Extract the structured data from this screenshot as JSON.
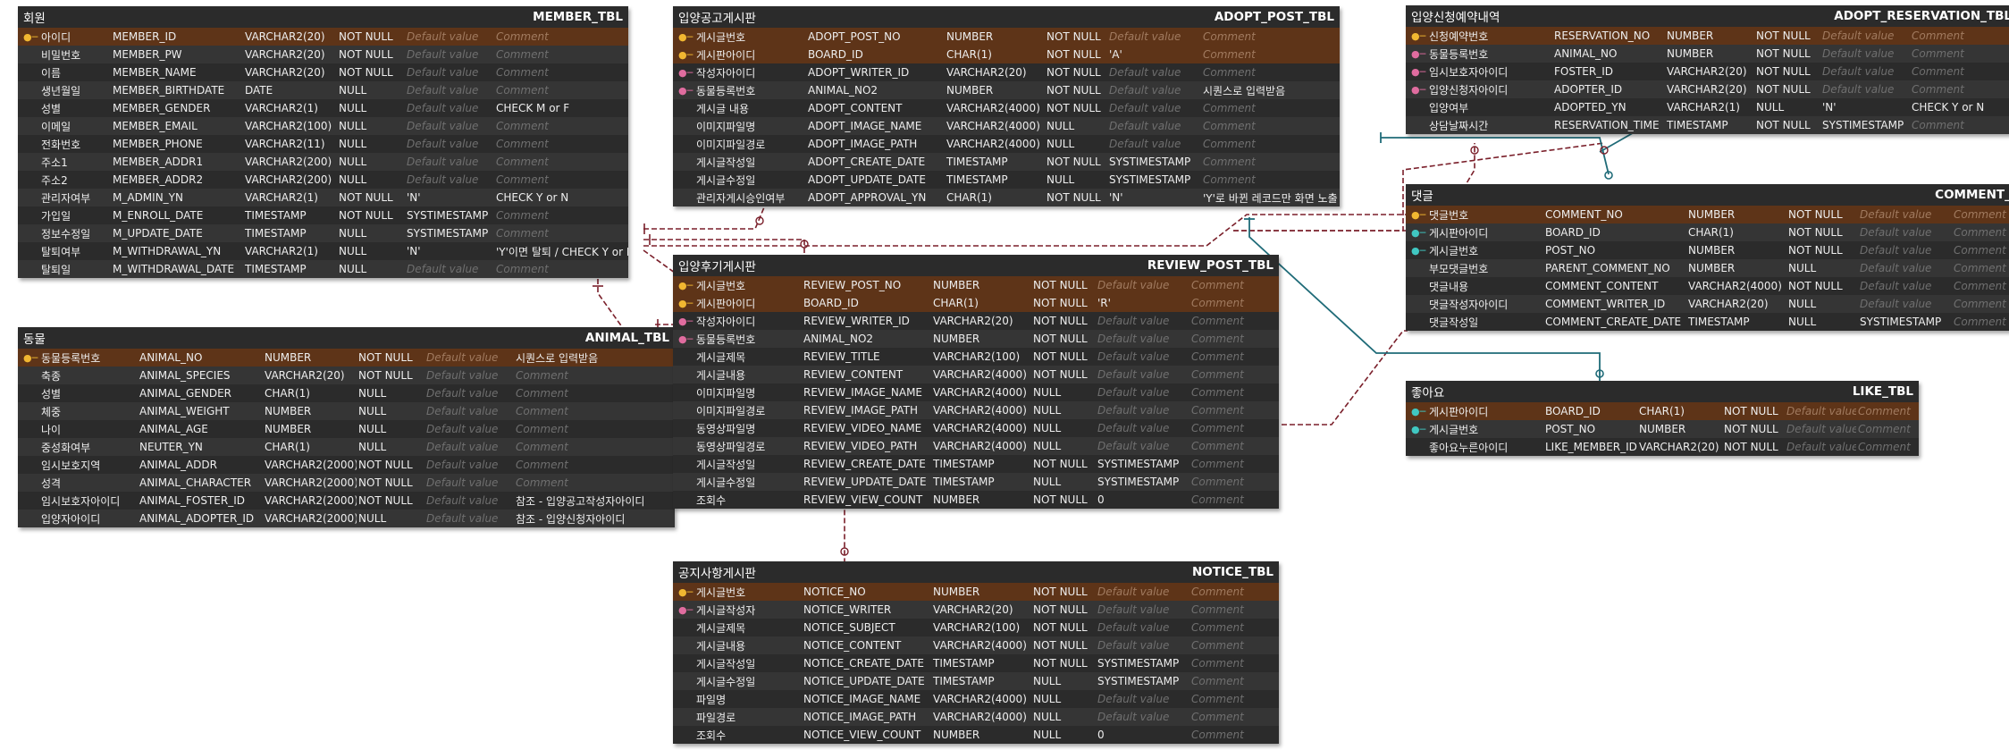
{
  "tables": [
    {
      "id": "member",
      "kor": "회원",
      "eng": "MEMBER_TBL",
      "rows": [
        {
          "key": "pk",
          "kor": "아이디",
          "col": "MEMBER_ID",
          "type": "VARCHAR2(20)",
          "nn": "NOT NULL",
          "def": "Default value",
          "cmt": "Comment"
        },
        {
          "key": "",
          "kor": "비밀번호",
          "col": "MEMBER_PW",
          "type": "VARCHAR2(20)",
          "nn": "NOT NULL",
          "def": "Default value",
          "cmt": "Comment"
        },
        {
          "key": "",
          "kor": "이름",
          "col": "MEMBER_NAME",
          "type": "VARCHAR2(20)",
          "nn": "NOT NULL",
          "def": "Default value",
          "cmt": "Comment"
        },
        {
          "key": "",
          "kor": "생년월일",
          "col": "MEMBER_BIRTHDATE",
          "type": "DATE",
          "nn": "NULL",
          "def": "Default value",
          "cmt": "Comment"
        },
        {
          "key": "",
          "kor": "성별",
          "col": "MEMBER_GENDER",
          "type": "VARCHAR2(1)",
          "nn": "NULL",
          "def": "Default value",
          "cmt": "CHECK M or F"
        },
        {
          "key": "",
          "kor": "이메일",
          "col": "MEMBER_EMAIL",
          "type": "VARCHAR2(100)",
          "nn": "NULL",
          "def": "Default value",
          "cmt": "Comment"
        },
        {
          "key": "",
          "kor": "전화번호",
          "col": "MEMBER_PHONE",
          "type": "VARCHAR2(11)",
          "nn": "NULL",
          "def": "Default value",
          "cmt": "Comment"
        },
        {
          "key": "",
          "kor": "주소1",
          "col": "MEMBER_ADDR1",
          "type": "VARCHAR2(200)",
          "nn": "NULL",
          "def": "Default value",
          "cmt": "Comment"
        },
        {
          "key": "",
          "kor": "주소2",
          "col": "MEMBER_ADDR2",
          "type": "VARCHAR2(200)",
          "nn": "NULL",
          "def": "Default value",
          "cmt": "Comment"
        },
        {
          "key": "",
          "kor": "관리자여부",
          "col": "M_ADMIN_YN",
          "type": "VARCHAR2(1)",
          "nn": "NOT NULL",
          "def": "'N'",
          "cmt": "CHECK Y or N"
        },
        {
          "key": "",
          "kor": "가입일",
          "col": "M_ENROLL_DATE",
          "type": "TIMESTAMP",
          "nn": "NOT NULL",
          "def": "SYSTIMESTAMP",
          "cmt": "Comment"
        },
        {
          "key": "",
          "kor": "정보수정일",
          "col": "M_UPDATE_DATE",
          "type": "TIMESTAMP",
          "nn": "NULL",
          "def": "SYSTIMESTAMP",
          "cmt": "Comment"
        },
        {
          "key": "",
          "kor": "탈퇴여부",
          "col": "M_WITHDRAWAL_YN",
          "type": "VARCHAR2(1)",
          "nn": "NULL",
          "def": "'N'",
          "cmt": "'Y'이면 탈퇴 / CHECK Y or N"
        },
        {
          "key": "",
          "kor": "탈퇴일",
          "col": "M_WITHDRAWAL_DATE",
          "type": "TIMESTAMP",
          "nn": "NULL",
          "def": "Default value",
          "cmt": "Comment"
        }
      ]
    },
    {
      "id": "animal",
      "kor": "동물",
      "eng": "ANIMAL_TBL",
      "rows": [
        {
          "key": "pk",
          "kor": "동물등록번호",
          "col": "ANIMAL_NO",
          "type": "NUMBER",
          "nn": "NOT NULL",
          "def": "Default value",
          "cmt": "시퀀스로 입력받음"
        },
        {
          "key": "",
          "kor": "축종",
          "col": "ANIMAL_SPECIES",
          "type": "VARCHAR2(20)",
          "nn": "NOT NULL",
          "def": "Default value",
          "cmt": "Comment"
        },
        {
          "key": "",
          "kor": "성별",
          "col": "ANIMAL_GENDER",
          "type": "CHAR(1)",
          "nn": "NULL",
          "def": "Default value",
          "cmt": "Comment"
        },
        {
          "key": "",
          "kor": "체중",
          "col": "ANIMAL_WEIGHT",
          "type": "NUMBER",
          "nn": "NULL",
          "def": "Default value",
          "cmt": "Comment"
        },
        {
          "key": "",
          "kor": "나이",
          "col": "ANIMAL_AGE",
          "type": "NUMBER",
          "nn": "NULL",
          "def": "Default value",
          "cmt": "Comment"
        },
        {
          "key": "",
          "kor": "중성화여부",
          "col": "NEUTER_YN",
          "type": "CHAR(1)",
          "nn": "NULL",
          "def": "Default value",
          "cmt": "Comment"
        },
        {
          "key": "",
          "kor": "임시보호지역",
          "col": "ANIMAL_ADDR",
          "type": "VARCHAR2(2000)",
          "nn": "NOT NULL",
          "def": "Default value",
          "cmt": "Comment"
        },
        {
          "key": "",
          "kor": "성격",
          "col": "ANIMAL_CHARACTER",
          "type": "VARCHAR2(2000)",
          "nn": "NOT NULL",
          "def": "Default value",
          "cmt": "Comment"
        },
        {
          "key": "",
          "kor": "임시보호자아이디",
          "col": "ANIMAL_FOSTER_ID",
          "type": "VARCHAR2(2000)",
          "nn": "NOT NULL",
          "def": "Default value",
          "cmt": "참조 - 입양공고작성자아이디"
        },
        {
          "key": "",
          "kor": "입양자아이디",
          "col": "ANIMAL_ADOPTER_ID",
          "type": "VARCHAR2(2000)",
          "nn": "NULL",
          "def": "Default value",
          "cmt": "참조 - 입양신청자아이디"
        }
      ]
    },
    {
      "id": "adopt_post",
      "kor": "입양공고게시판",
      "eng": "ADOPT_POST_TBL",
      "rows": [
        {
          "key": "pk",
          "kor": "게시글번호",
          "col": "ADOPT_POST_NO",
          "type": "NUMBER",
          "nn": "NOT NULL",
          "def": "Default value",
          "cmt": "Comment"
        },
        {
          "key": "pk",
          "kor": "게시판아이디",
          "col": "BOARD_ID",
          "type": "CHAR(1)",
          "nn": "NOT NULL",
          "def": "'A'",
          "cmt": "Comment"
        },
        {
          "key": "fk",
          "kor": "작성자아이디",
          "col": "ADOPT_WRITER_ID",
          "type": "VARCHAR2(20)",
          "nn": "NOT NULL",
          "def": "Default value",
          "cmt": "Comment"
        },
        {
          "key": "fk",
          "kor": "동물등록번호",
          "col": "ANIMAL_NO2",
          "type": "NUMBER",
          "nn": "NOT NULL",
          "def": "Default value",
          "cmt": "시퀀스로 입력받음"
        },
        {
          "key": "",
          "kor": "게시글 내용",
          "col": "ADOPT_CONTENT",
          "type": "VARCHAR2(4000)",
          "nn": "NOT NULL",
          "def": "Default value",
          "cmt": "Comment"
        },
        {
          "key": "",
          "kor": "이미지파일명",
          "col": "ADOPT_IMAGE_NAME",
          "type": "VARCHAR2(4000)",
          "nn": "NULL",
          "def": "Default value",
          "cmt": "Comment"
        },
        {
          "key": "",
          "kor": "이미지파일경로",
          "col": "ADOPT_IMAGE_PATH",
          "type": "VARCHAR2(4000)",
          "nn": "NULL",
          "def": "Default value",
          "cmt": "Comment"
        },
        {
          "key": "",
          "kor": "게시글작성일",
          "col": "ADOPT_CREATE_DATE",
          "type": "TIMESTAMP",
          "nn": "NOT NULL",
          "def": "SYSTIMESTAMP",
          "cmt": "Comment"
        },
        {
          "key": "",
          "kor": "게시글수정일",
          "col": "ADOPT_UPDATE_DATE",
          "type": "TIMESTAMP",
          "nn": "NULL",
          "def": "SYSTIMESTAMP",
          "cmt": "Comment"
        },
        {
          "key": "",
          "kor": "관리자게시승인여부",
          "col": "ADOPT_APPROVAL_YN",
          "type": "CHAR(1)",
          "nn": "NOT NULL",
          "def": "'N'",
          "cmt": "'Y'로 바뀐 레코드만 화면 노출 가능"
        }
      ]
    },
    {
      "id": "review_post",
      "kor": "입양후기게시판",
      "eng": "REVIEW_POST_TBL",
      "rows": [
        {
          "key": "pk",
          "kor": "게시글번호",
          "col": "REVIEW_POST_NO",
          "type": "NUMBER",
          "nn": "NOT NULL",
          "def": "Default value",
          "cmt": "Comment"
        },
        {
          "key": "pk",
          "kor": "게시판아이디",
          "col": "BOARD_ID",
          "type": "CHAR(1)",
          "nn": "NOT NULL",
          "def": "'R'",
          "cmt": "Comment"
        },
        {
          "key": "fk",
          "kor": "작성자아이디",
          "col": "REVIEW_WRITER_ID",
          "type": "VARCHAR2(20)",
          "nn": "NOT NULL",
          "def": "Default value",
          "cmt": "Comment"
        },
        {
          "key": "fk",
          "kor": "동물등록번호",
          "col": "ANIMAL_NO2",
          "type": "NUMBER",
          "nn": "NOT NULL",
          "def": "Default value",
          "cmt": "Comment"
        },
        {
          "key": "",
          "kor": "게시글제목",
          "col": "REVIEW_TITLE",
          "type": "VARCHAR2(100)",
          "nn": "NOT NULL",
          "def": "Default value",
          "cmt": "Comment"
        },
        {
          "key": "",
          "kor": "게시글내용",
          "col": "REVIEW_CONTENT",
          "type": "VARCHAR2(4000)",
          "nn": "NOT NULL",
          "def": "Default value",
          "cmt": "Comment"
        },
        {
          "key": "",
          "kor": "이미지파일명",
          "col": "REVIEW_IMAGE_NAME",
          "type": "VARCHAR2(4000)",
          "nn": "NULL",
          "def": "Default value",
          "cmt": "Comment"
        },
        {
          "key": "",
          "kor": "이미지파일경로",
          "col": "REVIEW_IMAGE_PATH",
          "type": "VARCHAR2(4000)",
          "nn": "NULL",
          "def": "Default value",
          "cmt": "Comment"
        },
        {
          "key": "",
          "kor": "동영상파일명",
          "col": "REVIEW_VIDEO_NAME",
          "type": "VARCHAR2(4000)",
          "nn": "NULL",
          "def": "Default value",
          "cmt": "Comment"
        },
        {
          "key": "",
          "kor": "동영상파일경로",
          "col": "REVIEW_VIDEO_PATH",
          "type": "VARCHAR2(4000)",
          "nn": "NULL",
          "def": "Default value",
          "cmt": "Comment"
        },
        {
          "key": "",
          "kor": "게시글작성일",
          "col": "REVIEW_CREATE_DATE",
          "type": "TIMESTAMP",
          "nn": "NOT NULL",
          "def": "SYSTIMESTAMP",
          "cmt": "Comment"
        },
        {
          "key": "",
          "kor": "게시글수정일",
          "col": "REVIEW_UPDATE_DATE",
          "type": "TIMESTAMP",
          "nn": "NULL",
          "def": "SYSTIMESTAMP",
          "cmt": "Comment"
        },
        {
          "key": "",
          "kor": "조회수",
          "col": "REVIEW_VIEW_COUNT",
          "type": "NUMBER",
          "nn": "NOT NULL",
          "def": "0",
          "cmt": "Comment"
        }
      ]
    },
    {
      "id": "notice",
      "kor": "공지사항게시판",
      "eng": "NOTICE_TBL",
      "rows": [
        {
          "key": "pk",
          "kor": "게시글번호",
          "col": "NOTICE_NO",
          "type": "NUMBER",
          "nn": "NOT NULL",
          "def": "Default value",
          "cmt": "Comment"
        },
        {
          "key": "fk",
          "kor": "게시글작성자",
          "col": "NOTICE_WRITER",
          "type": "VARCHAR2(20)",
          "nn": "NOT NULL",
          "def": "Default value",
          "cmt": "Comment"
        },
        {
          "key": "",
          "kor": "게시글제목",
          "col": "NOTICE_SUBJECT",
          "type": "VARCHAR2(100)",
          "nn": "NOT NULL",
          "def": "Default value",
          "cmt": "Comment"
        },
        {
          "key": "",
          "kor": "게시글내용",
          "col": "NOTICE_CONTENT",
          "type": "VARCHAR2(4000)",
          "nn": "NOT NULL",
          "def": "Default value",
          "cmt": "Comment"
        },
        {
          "key": "",
          "kor": "게시글작성일",
          "col": "NOTICE_CREATE_DATE",
          "type": "TIMESTAMP",
          "nn": "NOT NULL",
          "def": "SYSTIMESTAMP",
          "cmt": "Comment"
        },
        {
          "key": "",
          "kor": "게시글수정일",
          "col": "NOTICE_UPDATE_DATE",
          "type": "TIMESTAMP",
          "nn": "NULL",
          "def": "SYSTIMESTAMP",
          "cmt": "Comment"
        },
        {
          "key": "",
          "kor": "파일명",
          "col": "NOTICE_IMAGE_NAME",
          "type": "VARCHAR2(4000)",
          "nn": "NULL",
          "def": "Default value",
          "cmt": "Comment"
        },
        {
          "key": "",
          "kor": "파일경로",
          "col": "NOTICE_IMAGE_PATH",
          "type": "VARCHAR2(4000)",
          "nn": "NULL",
          "def": "Default value",
          "cmt": "Comment"
        },
        {
          "key": "",
          "kor": "조회수",
          "col": "NOTICE_VIEW_COUNT",
          "type": "NUMBER",
          "nn": "NULL",
          "def": "0",
          "cmt": "Comment"
        }
      ]
    },
    {
      "id": "adopt_reservation",
      "kor": "입양신청예약내역",
      "eng": "ADOPT_RESERVATION_TBL",
      "rows": [
        {
          "key": "pk",
          "kor": "신청예약번호",
          "col": "RESERVATION_NO",
          "type": "NUMBER",
          "nn": "NOT NULL",
          "def": "Default value",
          "cmt": "Comment"
        },
        {
          "key": "fk",
          "kor": "동물등록번호",
          "col": "ANIMAL_NO",
          "type": "NUMBER",
          "nn": "NOT NULL",
          "def": "Default value",
          "cmt": "Comment"
        },
        {
          "key": "fk",
          "kor": "임시보호자아이디",
          "col": "FOSTER_ID",
          "type": "VARCHAR2(20)",
          "nn": "NOT NULL",
          "def": "Default value",
          "cmt": "Comment"
        },
        {
          "key": "fk",
          "kor": "입양신청자아이디",
          "col": "ADOPTER_ID",
          "type": "VARCHAR2(20)",
          "nn": "NOT NULL",
          "def": "Default value",
          "cmt": "Comment"
        },
        {
          "key": "",
          "kor": "입양여부",
          "col": "ADOPTED_YN",
          "type": "VARCHAR2(1)",
          "nn": "NULL",
          "def": "'N'",
          "cmt": "CHECK Y or N"
        },
        {
          "key": "",
          "kor": "상담날짜시간",
          "col": "RESERVATION_TIME",
          "type": "TIMESTAMP",
          "nn": "NOT NULL",
          "def": "SYSTIMESTAMP",
          "cmt": "Comment"
        }
      ]
    },
    {
      "id": "comment",
      "kor": "댓글",
      "eng": "COMMENT_TBL",
      "rows": [
        {
          "key": "pk",
          "kor": "댓글번호",
          "col": "COMMENT_NO",
          "type": "NUMBER",
          "nn": "NOT NULL",
          "def": "Default value",
          "cmt": "Comment"
        },
        {
          "key": "both",
          "kor": "게시판아이디",
          "col": "BOARD_ID",
          "type": "CHAR(1)",
          "nn": "NOT NULL",
          "def": "Default value",
          "cmt": "Comment"
        },
        {
          "key": "both",
          "kor": "게시글번호",
          "col": "POST_NO",
          "type": "NUMBER",
          "nn": "NOT NULL",
          "def": "Default value",
          "cmt": "Comment"
        },
        {
          "key": "",
          "kor": "부모댓글번호",
          "col": "PARENT_COMMENT_NO",
          "type": "NUMBER",
          "nn": "NULL",
          "def": "Default value",
          "cmt": "Comment"
        },
        {
          "key": "",
          "kor": "댓글내용",
          "col": "COMMENT_CONTENT",
          "type": "VARCHAR2(4000)",
          "nn": "NOT NULL",
          "def": "Default value",
          "cmt": "Comment"
        },
        {
          "key": "",
          "kor": "댓글작성자아이디",
          "col": "COMMENT_WRITER_ID",
          "type": "VARCHAR2(20)",
          "nn": "NULL",
          "def": "Default value",
          "cmt": "Comment"
        },
        {
          "key": "",
          "kor": "댓글작성일",
          "col": "COMMENT_CREATE_DATE",
          "type": "TIMESTAMP",
          "nn": "NULL",
          "def": "SYSTIMESTAMP",
          "cmt": "Comment"
        }
      ]
    },
    {
      "id": "like",
      "kor": "좋아요",
      "eng": "LIKE_TBL",
      "rows": [
        {
          "key": "both",
          "kor": "게시판아이디",
          "col": "BOARD_ID",
          "type": "CHAR(1)",
          "nn": "NOT NULL",
          "def": "Default value",
          "cmt": "Comment"
        },
        {
          "key": "both",
          "kor": "게시글번호",
          "col": "POST_NO",
          "type": "NUMBER",
          "nn": "NOT NULL",
          "def": "Default value",
          "cmt": "Comment"
        },
        {
          "key": "",
          "kor": "좋아요누른아이디",
          "col": "LIKE_MEMBER_ID",
          "type": "VARCHAR2(20)",
          "nn": "NOT NULL",
          "def": "Default value",
          "cmt": "Comment"
        }
      ]
    }
  ],
  "colors": {
    "pk_row": "#5e3418",
    "pk_icon": "#f1b731",
    "fk_icon": "#e06c9f",
    "pkfk_icon": "#40c7c2",
    "identifying_line": "#1f6b78",
    "non_identifying_line": "#7a1f2a"
  }
}
